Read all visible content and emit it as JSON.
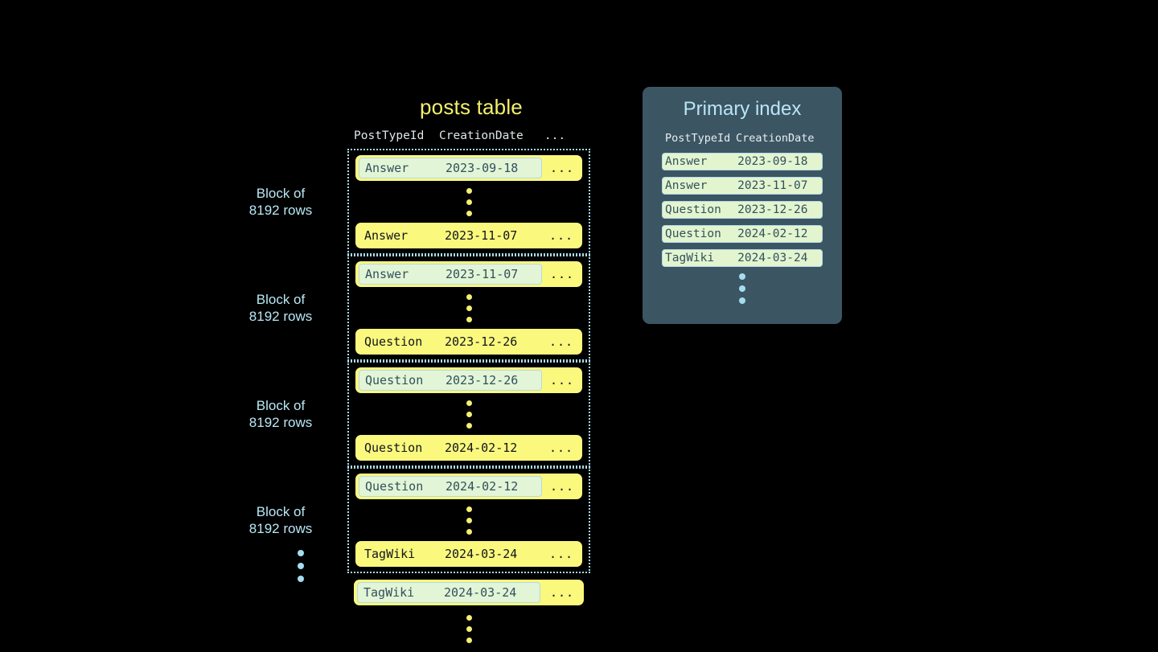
{
  "posts_table": {
    "title": "posts table",
    "columns": {
      "post_type_id": "PostTypeId",
      "creation_date": "CreationDate",
      "more": "..."
    },
    "blocks": [
      {
        "label": "Block of\n8192 rows",
        "first_row": {
          "post_type_id": "Answer",
          "creation_date": "2023-09-18",
          "more": "...",
          "highlighted": true
        },
        "last_row": {
          "post_type_id": "Answer",
          "creation_date": "2023-11-07",
          "more": "...",
          "highlighted": false
        }
      },
      {
        "label": "Block of\n8192 rows",
        "first_row": {
          "post_type_id": "Answer",
          "creation_date": "2023-11-07",
          "more": "...",
          "highlighted": true
        },
        "last_row": {
          "post_type_id": "Question",
          "creation_date": "2023-12-26",
          "more": "...",
          "highlighted": false
        }
      },
      {
        "label": "Block of\n8192 rows",
        "first_row": {
          "post_type_id": "Question",
          "creation_date": "2023-12-26",
          "more": "...",
          "highlighted": true
        },
        "last_row": {
          "post_type_id": "Question",
          "creation_date": "2024-02-12",
          "more": "...",
          "highlighted": false
        }
      },
      {
        "label": "Block of\n8192 rows",
        "first_row": {
          "post_type_id": "Question",
          "creation_date": "2024-02-12",
          "more": "...",
          "highlighted": true
        },
        "last_row": {
          "post_type_id": "TagWiki",
          "creation_date": "2024-03-24",
          "more": "...",
          "highlighted": false
        }
      }
    ],
    "trailing_row": {
      "post_type_id": "TagWiki",
      "creation_date": "2024-03-24",
      "more": "...",
      "highlighted": true
    }
  },
  "primary_index": {
    "title": "Primary index",
    "columns": {
      "post_type_id": "PostTypeId",
      "creation_date": "CreationDate"
    },
    "rows": [
      {
        "post_type_id": "Answer",
        "creation_date": "2023-09-18"
      },
      {
        "post_type_id": "Answer",
        "creation_date": "2023-11-07"
      },
      {
        "post_type_id": "Question",
        "creation_date": "2023-12-26"
      },
      {
        "post_type_id": "Question",
        "creation_date": "2024-02-12"
      },
      {
        "post_type_id": "TagWiki",
        "creation_date": "2024-03-24"
      }
    ]
  },
  "colors": {
    "background": "#000000",
    "row_yellow": "#fbf87e",
    "highlight_green": "#e2f5d6",
    "highlight_border": "#b6d9e8",
    "index_panel": "#3c5563",
    "accent_blue": "#b8e8f5",
    "title_yellow": "#f2f06b",
    "index_row_green": "#e2f5cf"
  }
}
